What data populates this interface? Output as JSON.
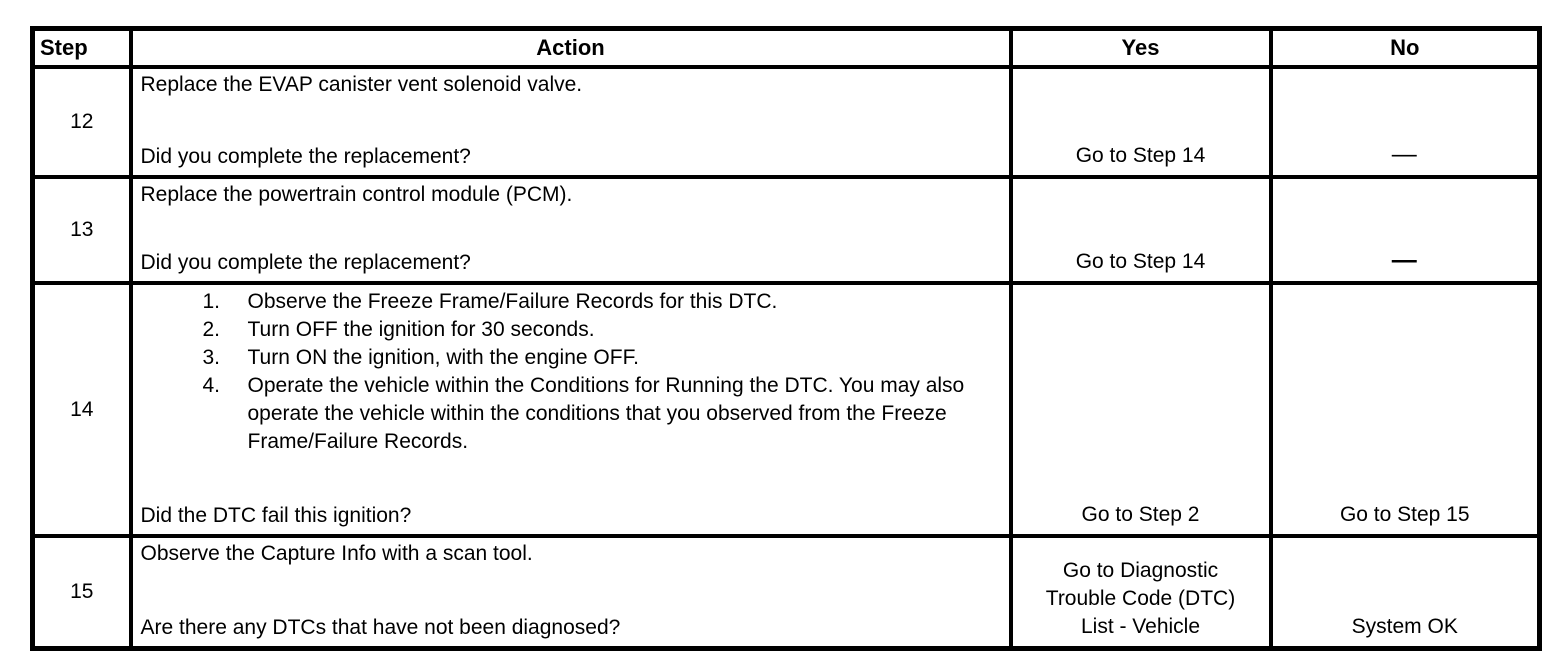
{
  "table": {
    "headers": {
      "step": "Step",
      "action": "Action",
      "yes": "Yes",
      "no": "No"
    },
    "rows": [
      {
        "step": "12",
        "action": "Replace the EVAP canister vent solenoid valve.",
        "question": "Did you complete the replacement?",
        "yes": "Go to Step 14",
        "no": "—"
      },
      {
        "step": "13",
        "action": "Replace the powertrain control module (PCM).",
        "question": "Did you complete the replacement?",
        "yes": "Go to Step 14",
        "no": "—"
      },
      {
        "step": "14",
        "action_steps": [
          {
            "num": "1.",
            "text": "Observe the Freeze Frame/Failure Records for this DTC."
          },
          {
            "num": "2.",
            "text": "Turn OFF the ignition for 30 seconds."
          },
          {
            "num": "3.",
            "text": "Turn ON the ignition, with the engine OFF."
          },
          {
            "num": "4.",
            "text": "Operate the vehicle within the Conditions for Running the DTC. You may also operate the vehicle within the conditions that you observed from the Freeze Frame/Failure Records."
          }
        ],
        "question": "Did the DTC fail this ignition?",
        "yes": "Go to Step 2",
        "no": "Go to Step 15"
      },
      {
        "step": "15",
        "action": "Observe the Capture Info with a scan tool.",
        "question": "Are there any DTCs that have not been diagnosed?",
        "yes": "Go to Diagnostic Trouble Code (DTC) List - Vehicle",
        "no": "System OK"
      }
    ]
  }
}
